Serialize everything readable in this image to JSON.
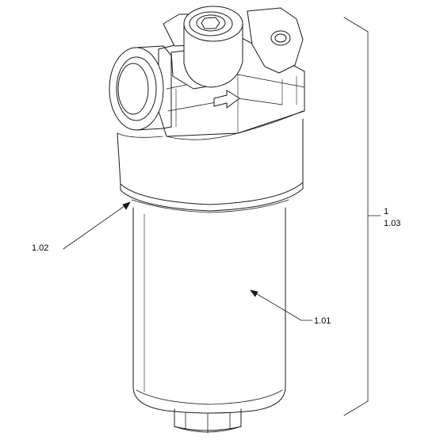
{
  "callouts": {
    "part_102": "1.02",
    "part_101": "1.01",
    "assembly": "1",
    "assembly_sub": "1.03"
  },
  "colors": {
    "line": "#1a1a1a",
    "background": "#ffffff"
  }
}
